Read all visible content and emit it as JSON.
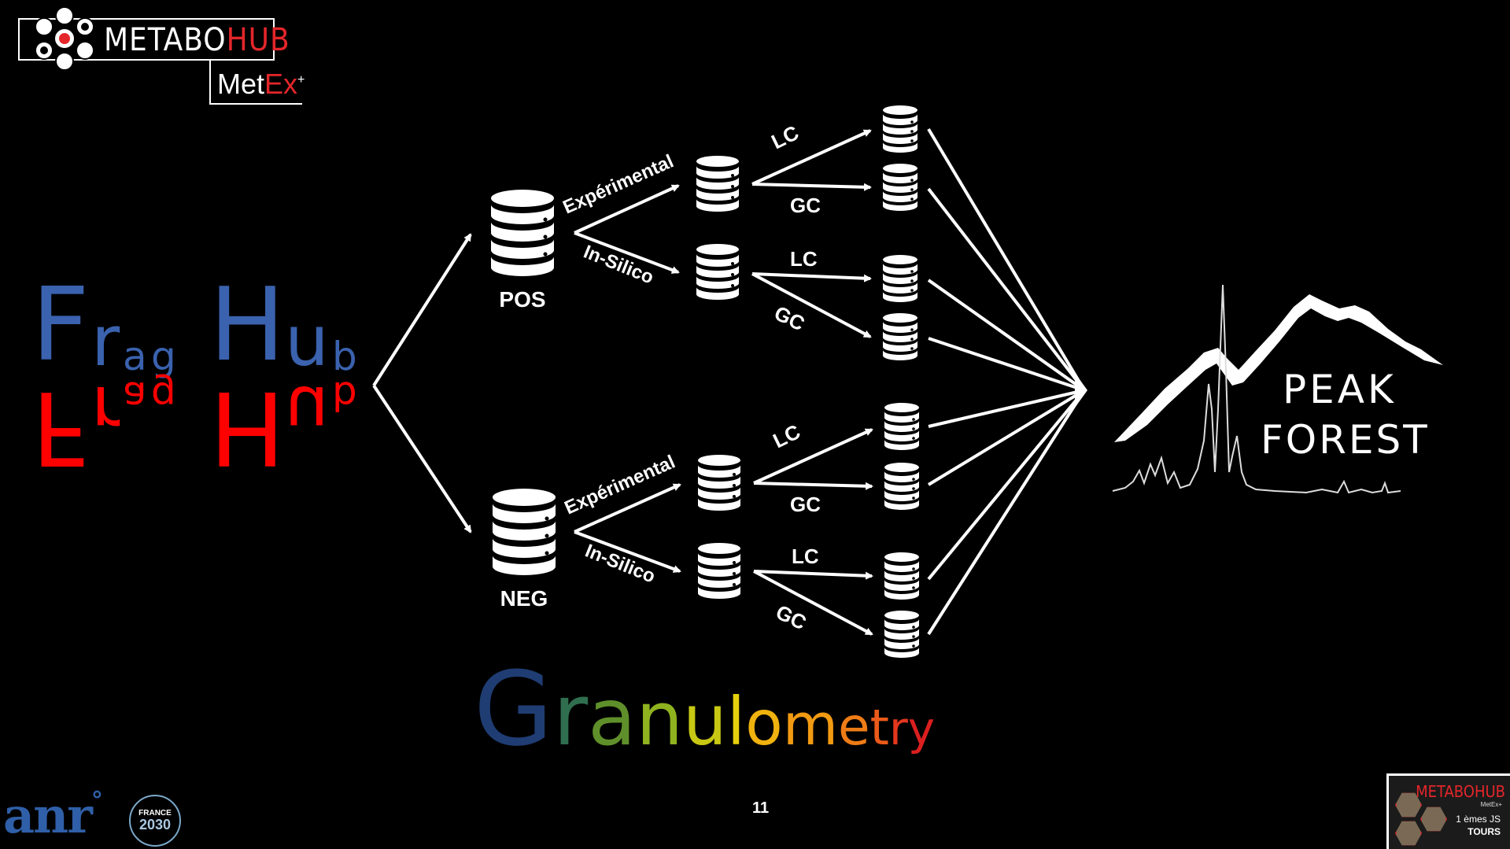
{
  "logo": {
    "name_part1": "METABO",
    "name_part2": "HUB",
    "sub_part1": "Met",
    "sub_part2": "Ex",
    "sub_sup": "+"
  },
  "fraghub": {
    "word1": [
      {
        "t": "F",
        "size": "big"
      },
      {
        "t": "r",
        "size": "mid"
      },
      {
        "t": "a",
        "size": "small"
      },
      {
        "t": "g",
        "size": "small"
      }
    ],
    "word2": [
      {
        "t": "H",
        "size": "big"
      },
      {
        "t": "u",
        "size": "mid"
      },
      {
        "t": "b",
        "size": "small"
      }
    ],
    "top_color": "#3a62ae",
    "bottom_color": "#ff0000"
  },
  "diagram": {
    "pos_label": "POS",
    "neg_label": "NEG",
    "experimental_label": "Expérimental",
    "insilico_label": "In-Silico",
    "lc_label": "LC",
    "gc_label": "GC"
  },
  "peakforest": {
    "line1": "PEAK",
    "line2": "FOREST"
  },
  "granulometry": {
    "letters": [
      {
        "t": "G",
        "color": "#1f3d73",
        "size": 130
      },
      {
        "t": "r",
        "color": "#2f6e4e",
        "size": 108
      },
      {
        "t": "a",
        "color": "#5f8f2a",
        "size": 100
      },
      {
        "t": "n",
        "color": "#8fb21f",
        "size": 94
      },
      {
        "t": "u",
        "color": "#c8c814",
        "size": 88
      },
      {
        "t": "l",
        "color": "#e6d00e",
        "size": 84
      },
      {
        "t": "o",
        "color": "#f0b20e",
        "size": 78
      },
      {
        "t": "m",
        "color": "#f19a12",
        "size": 72
      },
      {
        "t": "e",
        "color": "#ef7c16",
        "size": 66
      },
      {
        "t": "t",
        "color": "#eb5a1a",
        "size": 62
      },
      {
        "t": "r",
        "color": "#e4371d",
        "size": 58
      },
      {
        "t": "y",
        "color": "#dc1f1f",
        "size": 58
      }
    ]
  },
  "footer": {
    "page_number": "11",
    "anr_text": "anr",
    "anr_mark": "°",
    "france_text": "FRANCE",
    "france_year": "2030",
    "event_title": "METABOHUB",
    "event_sub": "MetEx+",
    "event_edition": "1 èmes JS",
    "event_city": "TOURS"
  }
}
